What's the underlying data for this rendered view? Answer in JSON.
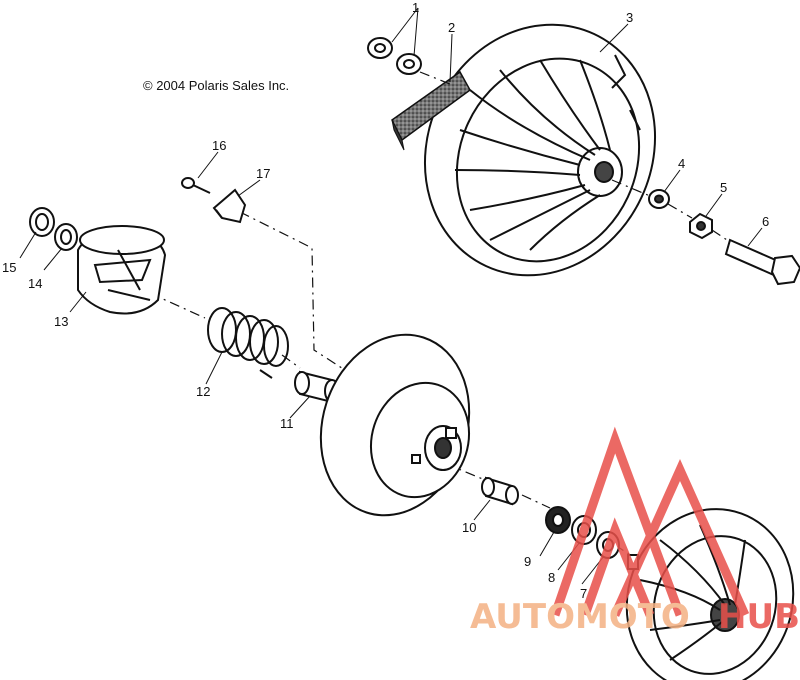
{
  "copyright": "© 2004 Polaris Sales Inc.",
  "callouts": [
    {
      "id": "1",
      "label": "1"
    },
    {
      "id": "2",
      "label": "2"
    },
    {
      "id": "3",
      "label": "3"
    },
    {
      "id": "4",
      "label": "4"
    },
    {
      "id": "5",
      "label": "5"
    },
    {
      "id": "6",
      "label": "6"
    },
    {
      "id": "7",
      "label": "7"
    },
    {
      "id": "8",
      "label": "8"
    },
    {
      "id": "9",
      "label": "9"
    },
    {
      "id": "10",
      "label": "10"
    },
    {
      "id": "11",
      "label": "11"
    },
    {
      "id": "12",
      "label": "12"
    },
    {
      "id": "13",
      "label": "13"
    },
    {
      "id": "14",
      "label": "14"
    },
    {
      "id": "15",
      "label": "15"
    },
    {
      "id": "16",
      "label": "16"
    },
    {
      "id": "17",
      "label": "17"
    }
  ],
  "watermark": {
    "text_part1": "AUTOMOTO",
    "text_part2": "HUB",
    "color_orange": "#f4b183",
    "color_red": "#e8504a"
  }
}
